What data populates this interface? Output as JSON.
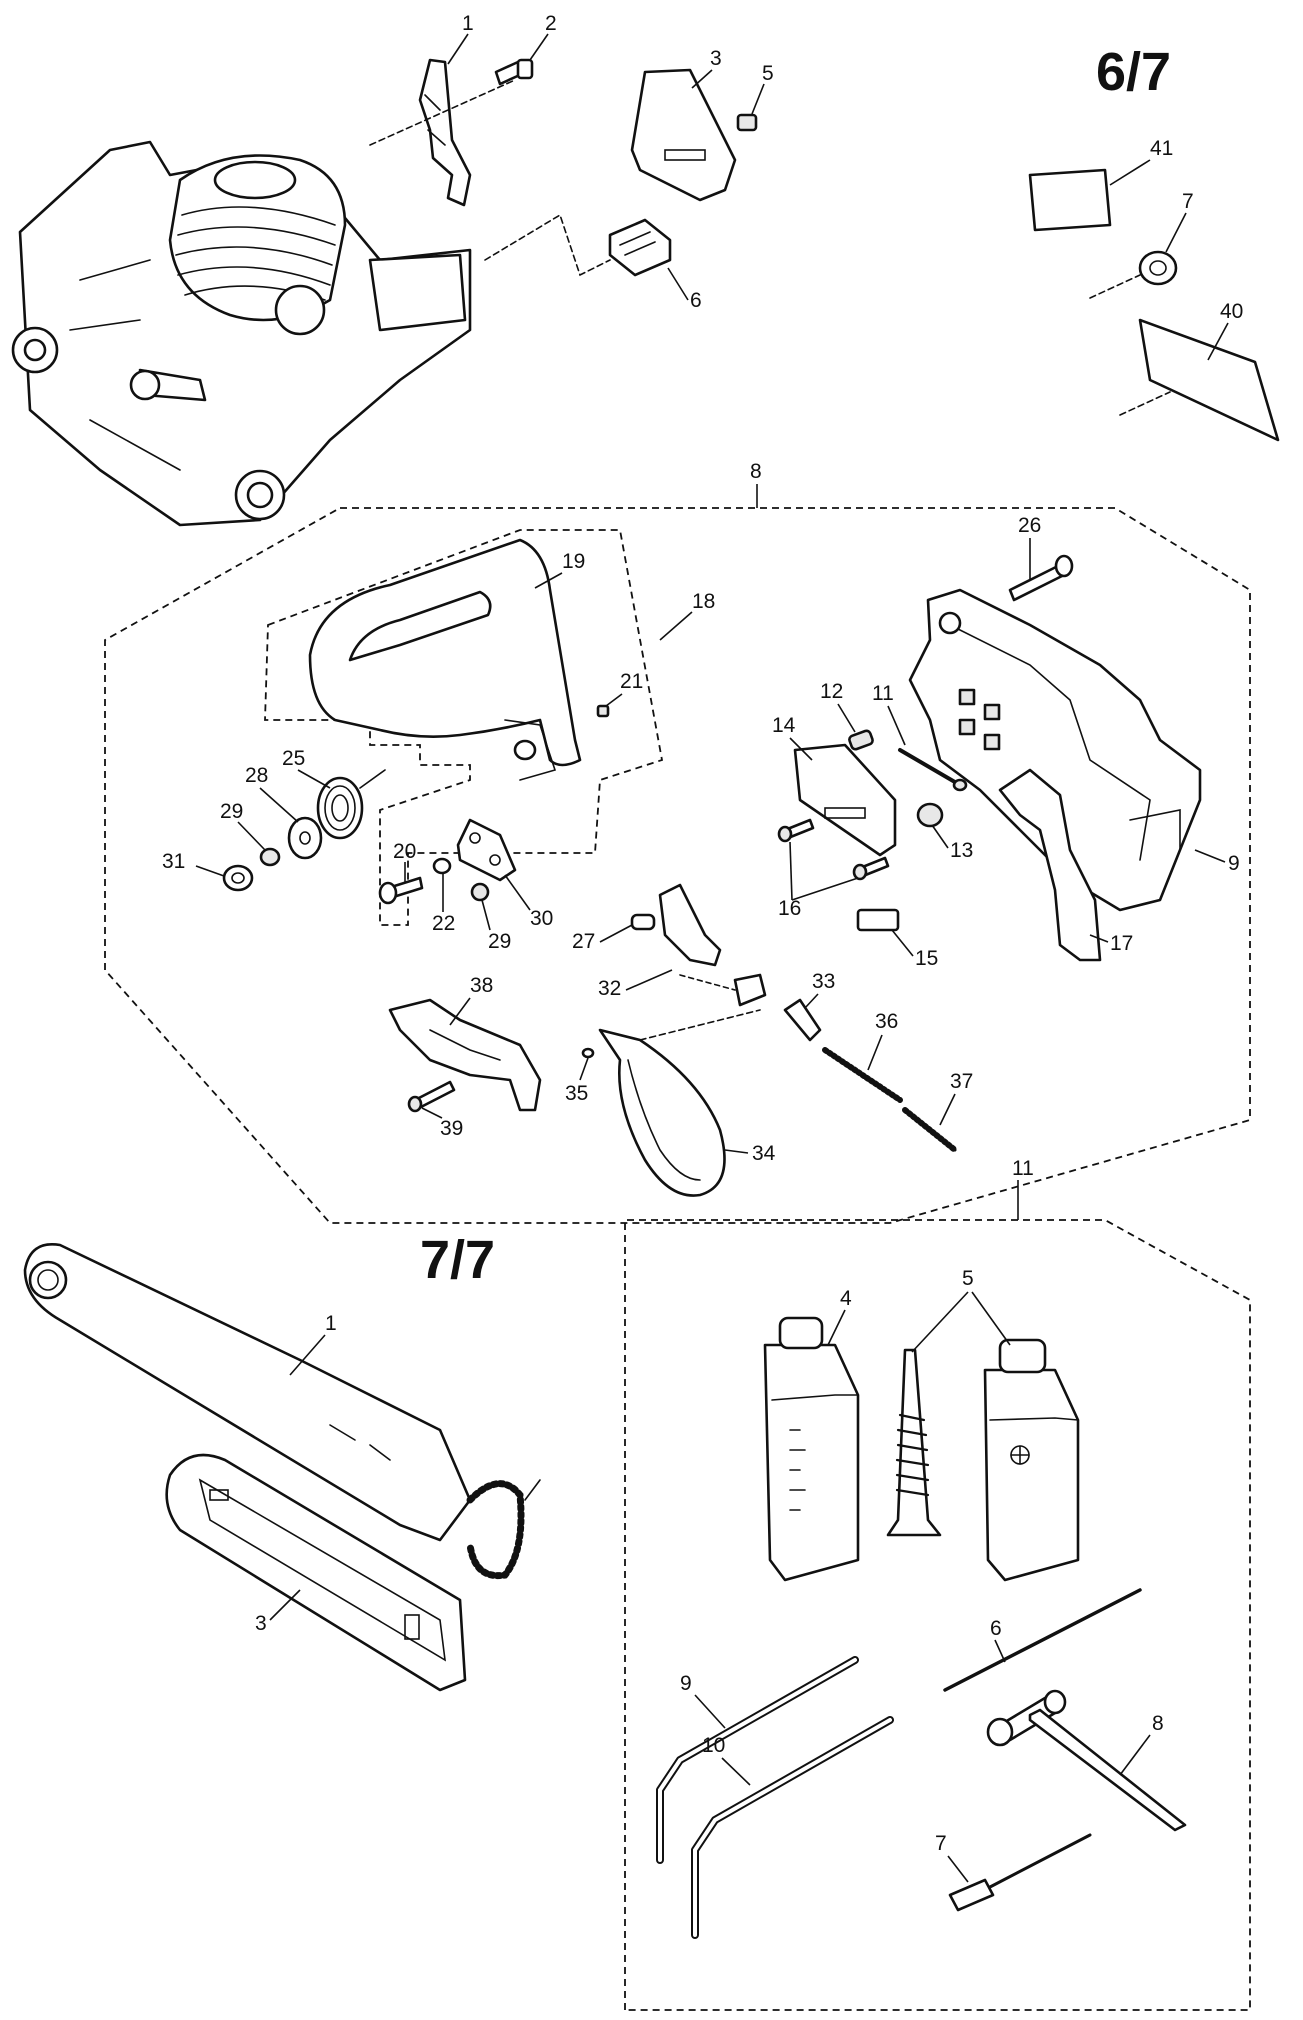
{
  "pages": {
    "upper": "6/7",
    "lower": "7/7"
  },
  "upper_labels": {
    "p1": "1",
    "p2": "2",
    "p3": "3",
    "p5": "5",
    "p6": "6",
    "p41": "41",
    "p7": "7",
    "p40": "40",
    "p8": "8",
    "p26": "26",
    "p19": "19",
    "p18": "18",
    "p21": "21",
    "p12": "12",
    "p11": "11",
    "p14": "14",
    "p25": "25",
    "p28": "28",
    "p29a": "29",
    "p31": "31",
    "p20": "20",
    "p22": "22",
    "p29b": "29",
    "p30": "30",
    "p13": "13",
    "p16": "16",
    "p9": "9",
    "p15": "15",
    "p17": "17",
    "p27": "27",
    "p32": "32",
    "p33": "33",
    "p36": "36",
    "p38": "38",
    "p35": "35",
    "p37": "37",
    "p39": "39",
    "p34": "34"
  },
  "lower_labels": {
    "p1": "1",
    "p3": "3",
    "p11": "11",
    "p4": "4",
    "p5": "5",
    "p6": "6",
    "p9": "9",
    "p10": "10",
    "p8": "8",
    "p7": "7"
  }
}
